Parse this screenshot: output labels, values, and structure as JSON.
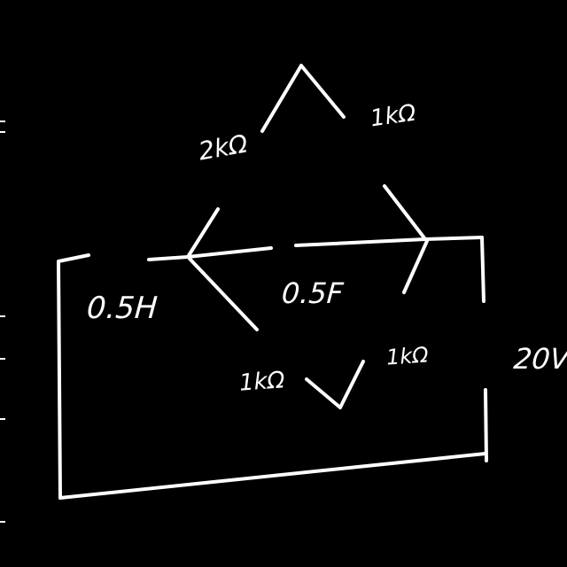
{
  "diagram": {
    "colors": {
      "background": "#000000",
      "ink": "#ffffff"
    },
    "labels": {
      "inductor": "0.5H",
      "capacitor": "0.5F",
      "source": "20V",
      "resistor_top_left": "2kΩ",
      "resistor_top_right": "1kΩ",
      "resistor_bottom_left": "1kΩ",
      "resistor_bottom_right": "1kΩ"
    }
  }
}
